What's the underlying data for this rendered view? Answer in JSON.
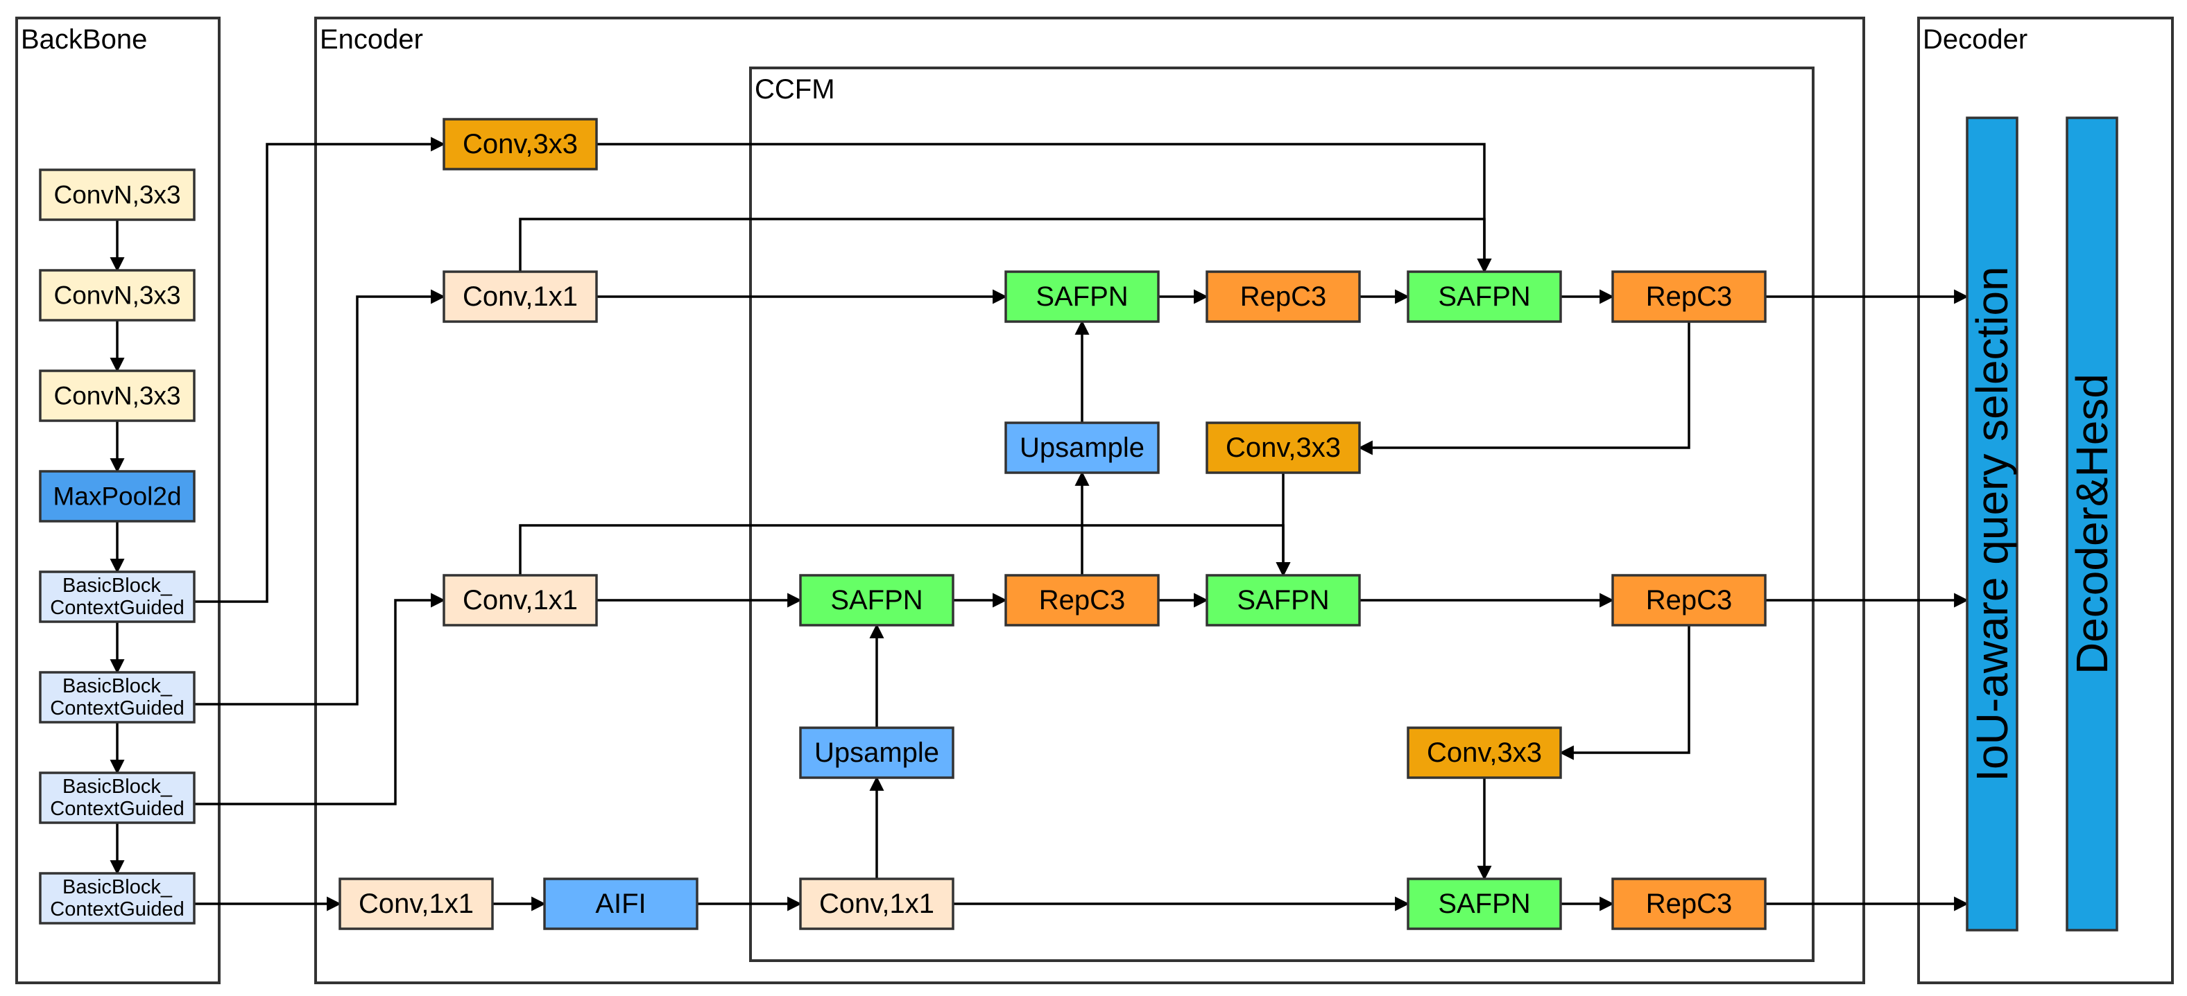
{
  "colors": {
    "cream": "#fff2cc",
    "peach": "#ffe6cc",
    "orange_dark": "#f0a30a",
    "orange": "#ff9933",
    "green": "#66ff66",
    "blue": "#66b2ff",
    "blue_mid": "#4a9fef",
    "light_blue": "#dae8fc",
    "cyan_bar": "#1ba1e2"
  },
  "regions": [
    {
      "id": "backbone",
      "label": "BackBone"
    },
    {
      "id": "encoder",
      "label": "Encoder"
    },
    {
      "id": "ccfm",
      "label": "CCFM"
    },
    {
      "id": "decoder",
      "label": "Decoder"
    }
  ],
  "nodes": [
    {
      "id": "bb_conv1",
      "label": "ConvN,3x3",
      "color": "cream"
    },
    {
      "id": "bb_conv2",
      "label": "ConvN,3x3",
      "color": "cream"
    },
    {
      "id": "bb_conv3",
      "label": "ConvN,3x3",
      "color": "cream"
    },
    {
      "id": "bb_pool",
      "label": "MaxPool2d",
      "color": "blue_mid"
    },
    {
      "id": "bb_block1",
      "label": "BasicBlock_\nContextGuided",
      "color": "light_blue"
    },
    {
      "id": "bb_block2",
      "label": "BasicBlock_\nContextGuided",
      "color": "light_blue"
    },
    {
      "id": "bb_block3",
      "label": "BasicBlock_\nContextGuided",
      "color": "light_blue"
    },
    {
      "id": "bb_block4",
      "label": "BasicBlock_\nContextGuided",
      "color": "light_blue"
    },
    {
      "id": "enc_conv3_top",
      "label": "Conv,3x3",
      "color": "orange_dark"
    },
    {
      "id": "enc_conv1_a",
      "label": "Conv,1x1",
      "color": "peach"
    },
    {
      "id": "enc_conv1_b",
      "label": "Conv,1x1",
      "color": "peach"
    },
    {
      "id": "enc_conv1_c",
      "label": "Conv,1x1",
      "color": "peach"
    },
    {
      "id": "enc_aifi",
      "label": "AIFI",
      "color": "blue"
    },
    {
      "id": "ccfm_safpn_t1",
      "label": "SAFPN",
      "color": "green"
    },
    {
      "id": "ccfm_rep_t1",
      "label": "RepC3",
      "color": "orange"
    },
    {
      "id": "ccfm_safpn_t2",
      "label": "SAFPN",
      "color": "green"
    },
    {
      "id": "ccfm_rep_t2",
      "label": "RepC3",
      "color": "orange"
    },
    {
      "id": "ccfm_up1",
      "label": "Upsample",
      "color": "blue"
    },
    {
      "id": "ccfm_conv3_m",
      "label": "Conv,3x3",
      "color": "orange_dark"
    },
    {
      "id": "ccfm_safpn_m1",
      "label": "SAFPN",
      "color": "green"
    },
    {
      "id": "ccfm_rep_m1",
      "label": "RepC3",
      "color": "orange"
    },
    {
      "id": "ccfm_safpn_m2",
      "label": "SAFPN",
      "color": "green"
    },
    {
      "id": "ccfm_rep_m2",
      "label": "RepC3",
      "color": "orange"
    },
    {
      "id": "ccfm_up2",
      "label": "Upsample",
      "color": "blue"
    },
    {
      "id": "ccfm_conv3_b",
      "label": "Conv,3x3",
      "color": "orange_dark"
    },
    {
      "id": "ccfm_conv1_b",
      "label": "Conv,1x1",
      "color": "peach"
    },
    {
      "id": "ccfm_safpn_b",
      "label": "SAFPN",
      "color": "green"
    },
    {
      "id": "ccfm_rep_b",
      "label": "RepC3",
      "color": "orange"
    },
    {
      "id": "dec_iou",
      "label": "IoU-aware query selection",
      "color": "cyan_bar"
    },
    {
      "id": "dec_head",
      "label": "Decoder&Hesd",
      "color": "cyan_bar"
    }
  ],
  "edges": [
    {
      "from": "bb_conv1",
      "to": "bb_conv2"
    },
    {
      "from": "bb_conv2",
      "to": "bb_conv3"
    },
    {
      "from": "bb_conv3",
      "to": "bb_pool"
    },
    {
      "from": "bb_pool",
      "to": "bb_block1"
    },
    {
      "from": "bb_block1",
      "to": "bb_block2"
    },
    {
      "from": "bb_block2",
      "to": "bb_block3"
    },
    {
      "from": "bb_block3",
      "to": "bb_block4"
    },
    {
      "from": "bb_block1",
      "to": "enc_conv3_top"
    },
    {
      "from": "bb_block2",
      "to": "enc_conv1_a"
    },
    {
      "from": "bb_block3",
      "to": "enc_conv1_b"
    },
    {
      "from": "bb_block4",
      "to": "enc_conv1_c"
    },
    {
      "from": "enc_conv1_c",
      "to": "enc_aifi"
    },
    {
      "from": "enc_aifi",
      "to": "ccfm_conv1_b"
    },
    {
      "from": "enc_conv3_top",
      "to": "ccfm_safpn_t2"
    },
    {
      "from": "enc_conv1_a",
      "to": "ccfm_safpn_t2"
    },
    {
      "from": "enc_conv1_a",
      "to": "ccfm_safpn_t1"
    },
    {
      "from": "ccfm_safpn_t1",
      "to": "ccfm_rep_t1"
    },
    {
      "from": "ccfm_rep_t1",
      "to": "ccfm_safpn_t2"
    },
    {
      "from": "ccfm_safpn_t2",
      "to": "ccfm_rep_t2"
    },
    {
      "from": "ccfm_rep_t2",
      "to": "dec_iou"
    },
    {
      "from": "ccfm_rep_t2",
      "to": "ccfm_conv3_m"
    },
    {
      "from": "ccfm_up1",
      "to": "ccfm_safpn_t1"
    },
    {
      "from": "ccfm_rep_m1",
      "to": "ccfm_up1"
    },
    {
      "from": "ccfm_conv3_m",
      "to": "ccfm_safpn_m2"
    },
    {
      "from": "enc_conv1_b",
      "to": "ccfm_safpn_m2"
    },
    {
      "from": "enc_conv1_b",
      "to": "ccfm_safpn_m1"
    },
    {
      "from": "ccfm_safpn_m1",
      "to": "ccfm_rep_m1"
    },
    {
      "from": "ccfm_rep_m1",
      "to": "ccfm_safpn_m2"
    },
    {
      "from": "ccfm_safpn_m2",
      "to": "ccfm_rep_m2"
    },
    {
      "from": "ccfm_rep_m2",
      "to": "dec_iou"
    },
    {
      "from": "ccfm_rep_m2",
      "to": "ccfm_conv3_b"
    },
    {
      "from": "ccfm_up2",
      "to": "ccfm_safpn_m1"
    },
    {
      "from": "ccfm_conv1_b",
      "to": "ccfm_up2"
    },
    {
      "from": "ccfm_conv3_b",
      "to": "ccfm_safpn_b"
    },
    {
      "from": "ccfm_conv1_b",
      "to": "ccfm_safpn_b"
    },
    {
      "from": "ccfm_safpn_b",
      "to": "ccfm_rep_b"
    },
    {
      "from": "ccfm_rep_b",
      "to": "dec_iou"
    }
  ]
}
